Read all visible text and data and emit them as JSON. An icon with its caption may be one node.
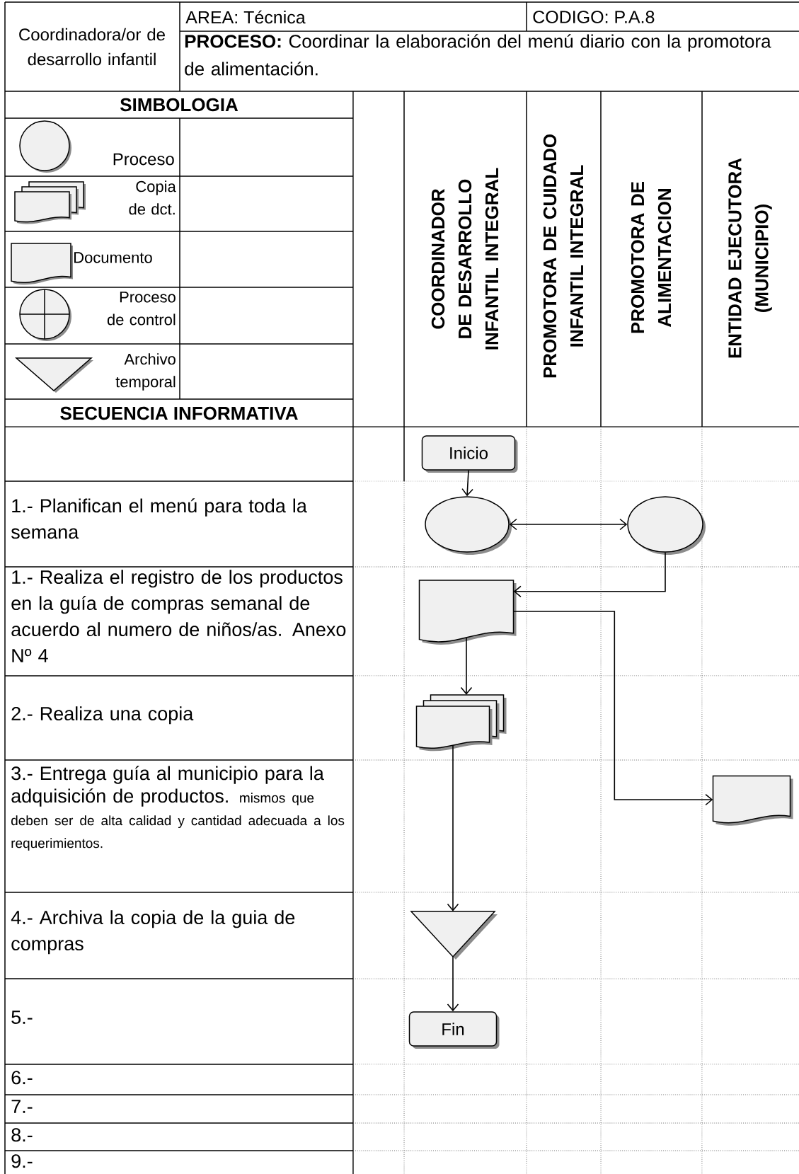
{
  "diagram": {
    "nodes": [
      {
        "text": [
          "Inicio"
        ]
      },
      {
        "text": [],
        "shape": "ellipse"
      },
      {
        "text": [],
        "shape": "ellipse"
      },
      {
        "text": [],
        "shape": "document"
      },
      {
        "text": [],
        "shape": "documents"
      },
      {
        "text": [],
        "shape": "document"
      },
      {
        "text": [],
        "shape": "triangle"
      },
      {
        "text": [
          "Fin"
        ]
      }
    ],
    "edges": [
      {
        "from": 0,
        "to": 1,
        "arrow": "to"
      },
      {
        "from": 1,
        "to": 2,
        "arrow": "both"
      },
      {
        "from": 2,
        "to": 3,
        "arrow": "to"
      },
      {
        "from": 3,
        "to": 4,
        "arrow": "to"
      },
      {
        "from": 3,
        "to": 5,
        "arrow": "to"
      },
      {
        "from": 4,
        "to": 6,
        "arrow": "to"
      },
      {
        "from": 6,
        "to": 7,
        "arrow": "to"
      }
    ],
    "labels": [
      "Coordinadora/or de desarrollo infantil",
      "AREA: Técnica",
      "CODIGO: P.A.8",
      "**PROCESO:** Coordinar la elaboración del menú diario con la promotora de alimentación.",
      "SIMBOLOGIA",
      "SECUENCIA INFORMATIVA",
      "COORDINADOR DE DESARROLLO INFANTIL INTEGRAL",
      "PROMOTORA DE CUIDADO INFANTIL INTEGRAL",
      "PROMOTORA DE ALIMENTACION",
      "ENTIDAD EJECUTORA (MUNICIPIO)",
      "1.- Planifican el menú para toda la semana",
      "1.- Realiza el registro de los productos en la guía de compras semanal de acuerdo al numero de niños/as. Anexo Nº 4",
      "2.- Realiza una copia",
      "3.- Entrega guía al municipio para la adquisición de productos.",
      "mismos que deben ser de alta calidad y cantidad adecuada a los requerimientos.",
      "4.- Archiva la copia de la guia de compras",
      "5.-",
      "6.-",
      "7.-",
      "8.-",
      "9.-"
    ],
    "legend": [
      {
        "text": "Proceso"
      },
      {
        "text": "Copia de dct."
      },
      {
        "text": "Documento"
      },
      {
        "text": "Proceso de control"
      },
      {
        "text": "Archivo temporal"
      }
    ]
  }
}
